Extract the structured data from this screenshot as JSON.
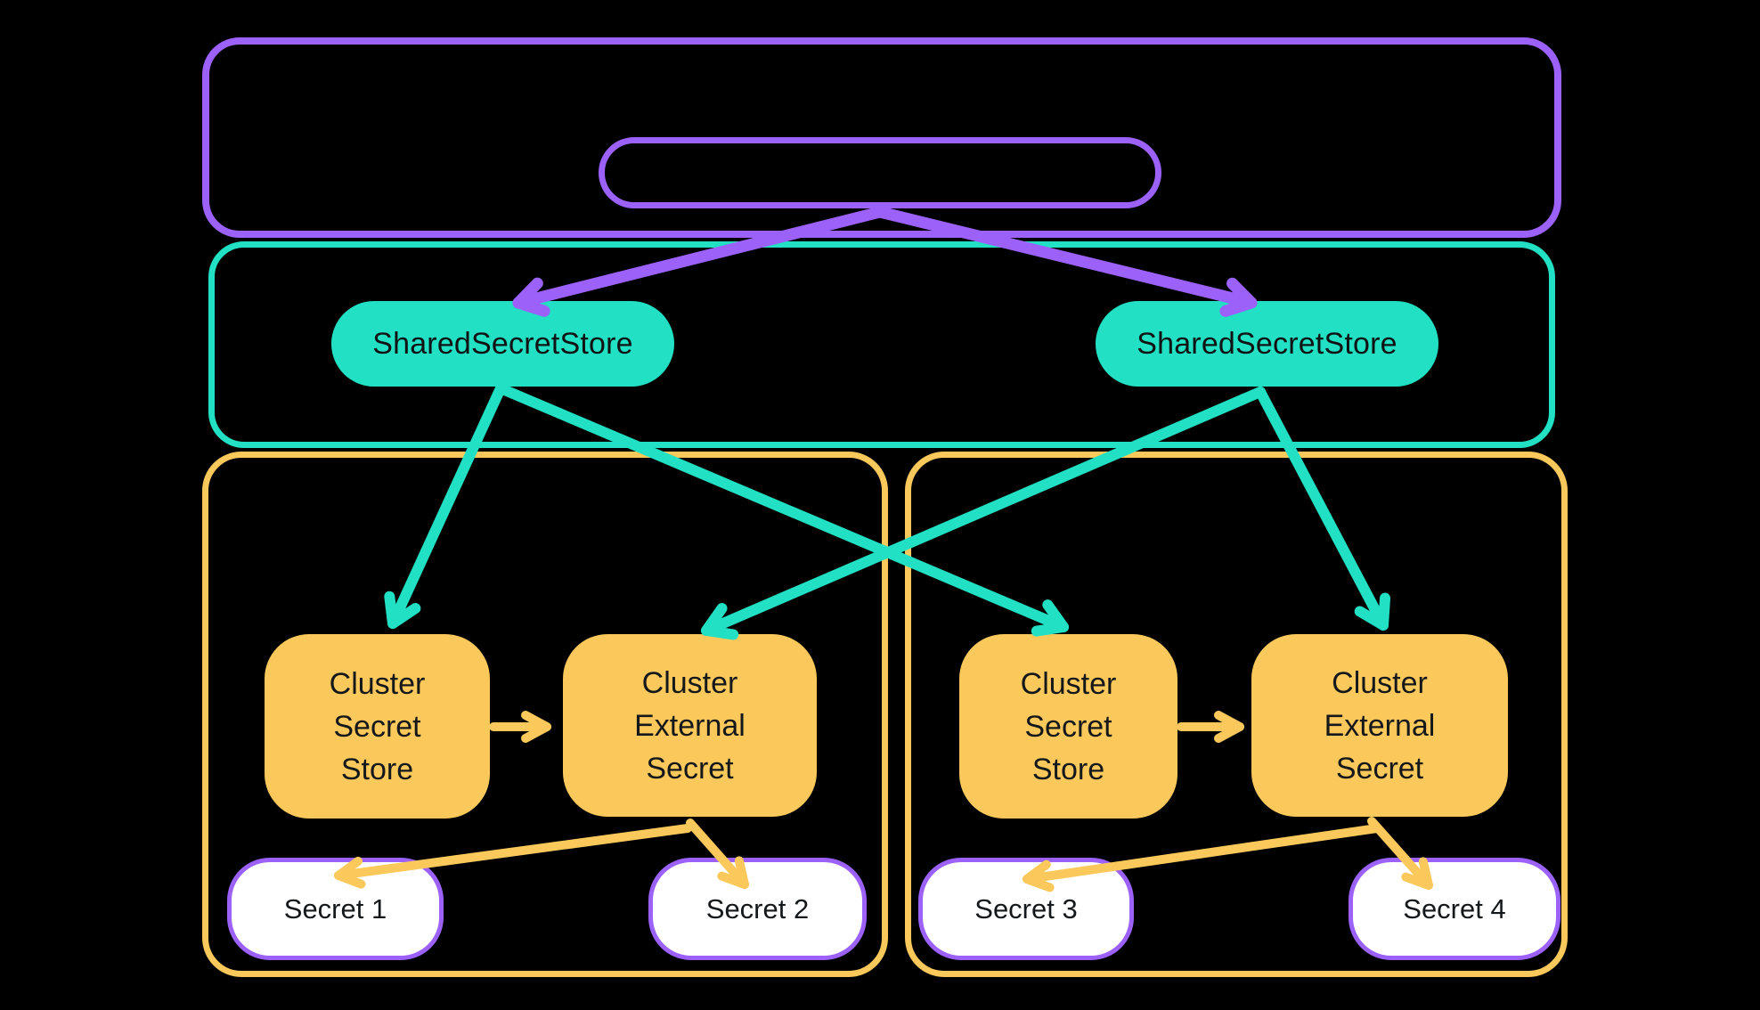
{
  "diagram": {
    "title": "",
    "colors": {
      "background": "#000000",
      "purple": "#9B61F8",
      "teal": "#21E0C4",
      "yellow": "#FBC95B",
      "secret_fill": "#FFFFFF",
      "text": "#15181A"
    },
    "shared_stores": [
      {
        "label": "SharedSecretStore"
      },
      {
        "label": "SharedSecretStore"
      }
    ],
    "clusters": [
      {
        "boxes": [
          {
            "lines": [
              "Cluster",
              "Secret",
              "Store"
            ]
          },
          {
            "lines": [
              "Cluster",
              "External",
              "Secret"
            ]
          }
        ],
        "secrets": [
          {
            "label": "Secret 1"
          },
          {
            "label": "Secret 2"
          }
        ]
      },
      {
        "boxes": [
          {
            "lines": [
              "Cluster",
              "Secret",
              "Store"
            ]
          },
          {
            "lines": [
              "Cluster",
              "External",
              "Secret"
            ]
          }
        ],
        "secrets": [
          {
            "label": "Secret 3"
          },
          {
            "label": "Secret 4"
          }
        ]
      }
    ]
  }
}
